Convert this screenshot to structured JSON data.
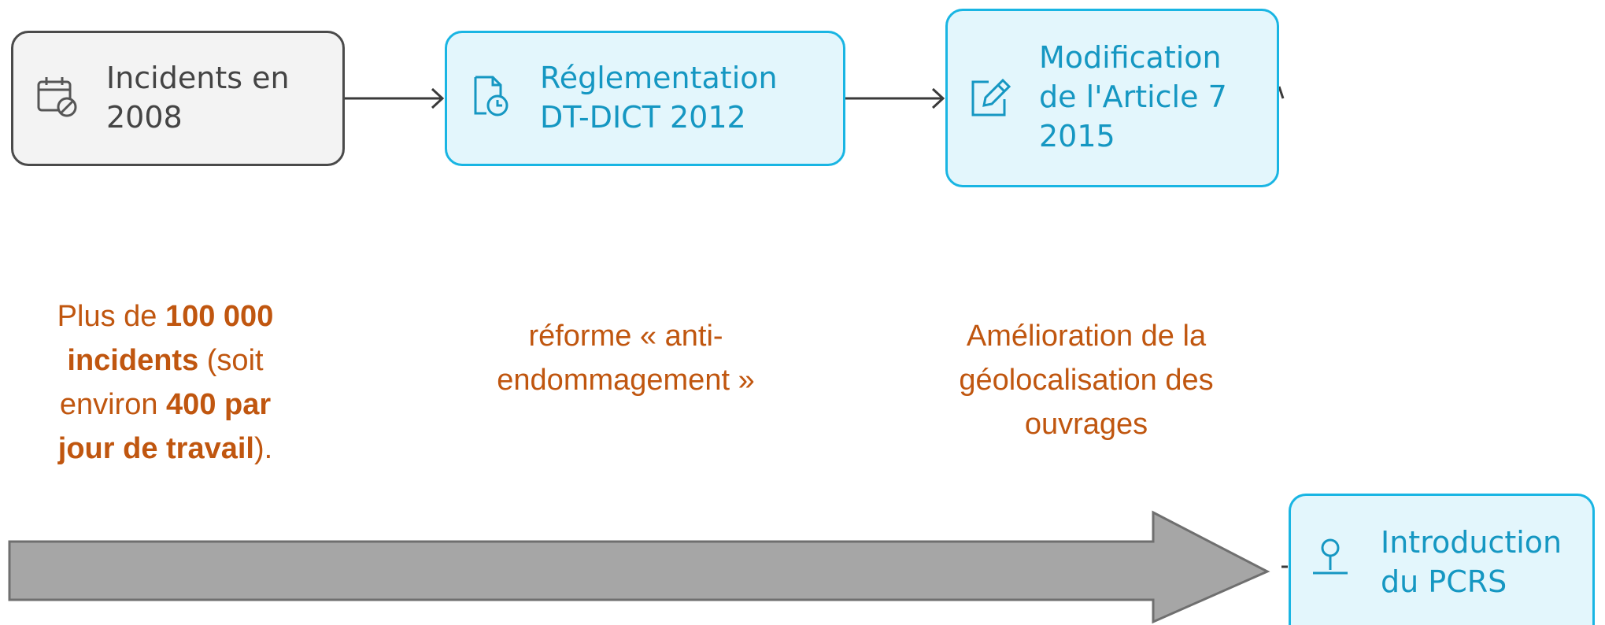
{
  "colors": {
    "gray_border": "#4a4a4a",
    "gray_fill": "#f3f3f3",
    "blue_border": "#19b5e3",
    "blue_fill": "#e3f6fc",
    "blue_text": "#1597c2",
    "caption_text": "#c0560f",
    "big_arrow": "#a6a6a6",
    "connector": "#3a3a3a"
  },
  "nodes": [
    {
      "label": "Incidents en\n2008",
      "icon": "calendar-off-icon",
      "style": "gray"
    },
    {
      "label": "Réglementation\nDT-DICT 2012",
      "icon": "document-clock-icon",
      "style": "blue"
    },
    {
      "label": "Modification\nde l'Article 7\n2015",
      "icon": "edit-pen-icon",
      "style": "blue"
    },
    {
      "label": "Introduction\ndu PCRS",
      "icon": "map-pin-icon",
      "style": "blue"
    }
  ],
  "captions": {
    "c1": {
      "t1": "Plus de ",
      "b1": "100 000",
      "b2": "incidents",
      "t2": " (soit",
      "t3": "environ ",
      "b3": "400 par",
      "b4": "jour de travail",
      "t4": ")."
    },
    "c2": {
      "line1": "réforme « anti-",
      "line2": "endommagement »"
    },
    "c3": {
      "line1": "Amélioration de la",
      "line2": "géolocalisation des",
      "line3": "ouvrages"
    }
  }
}
